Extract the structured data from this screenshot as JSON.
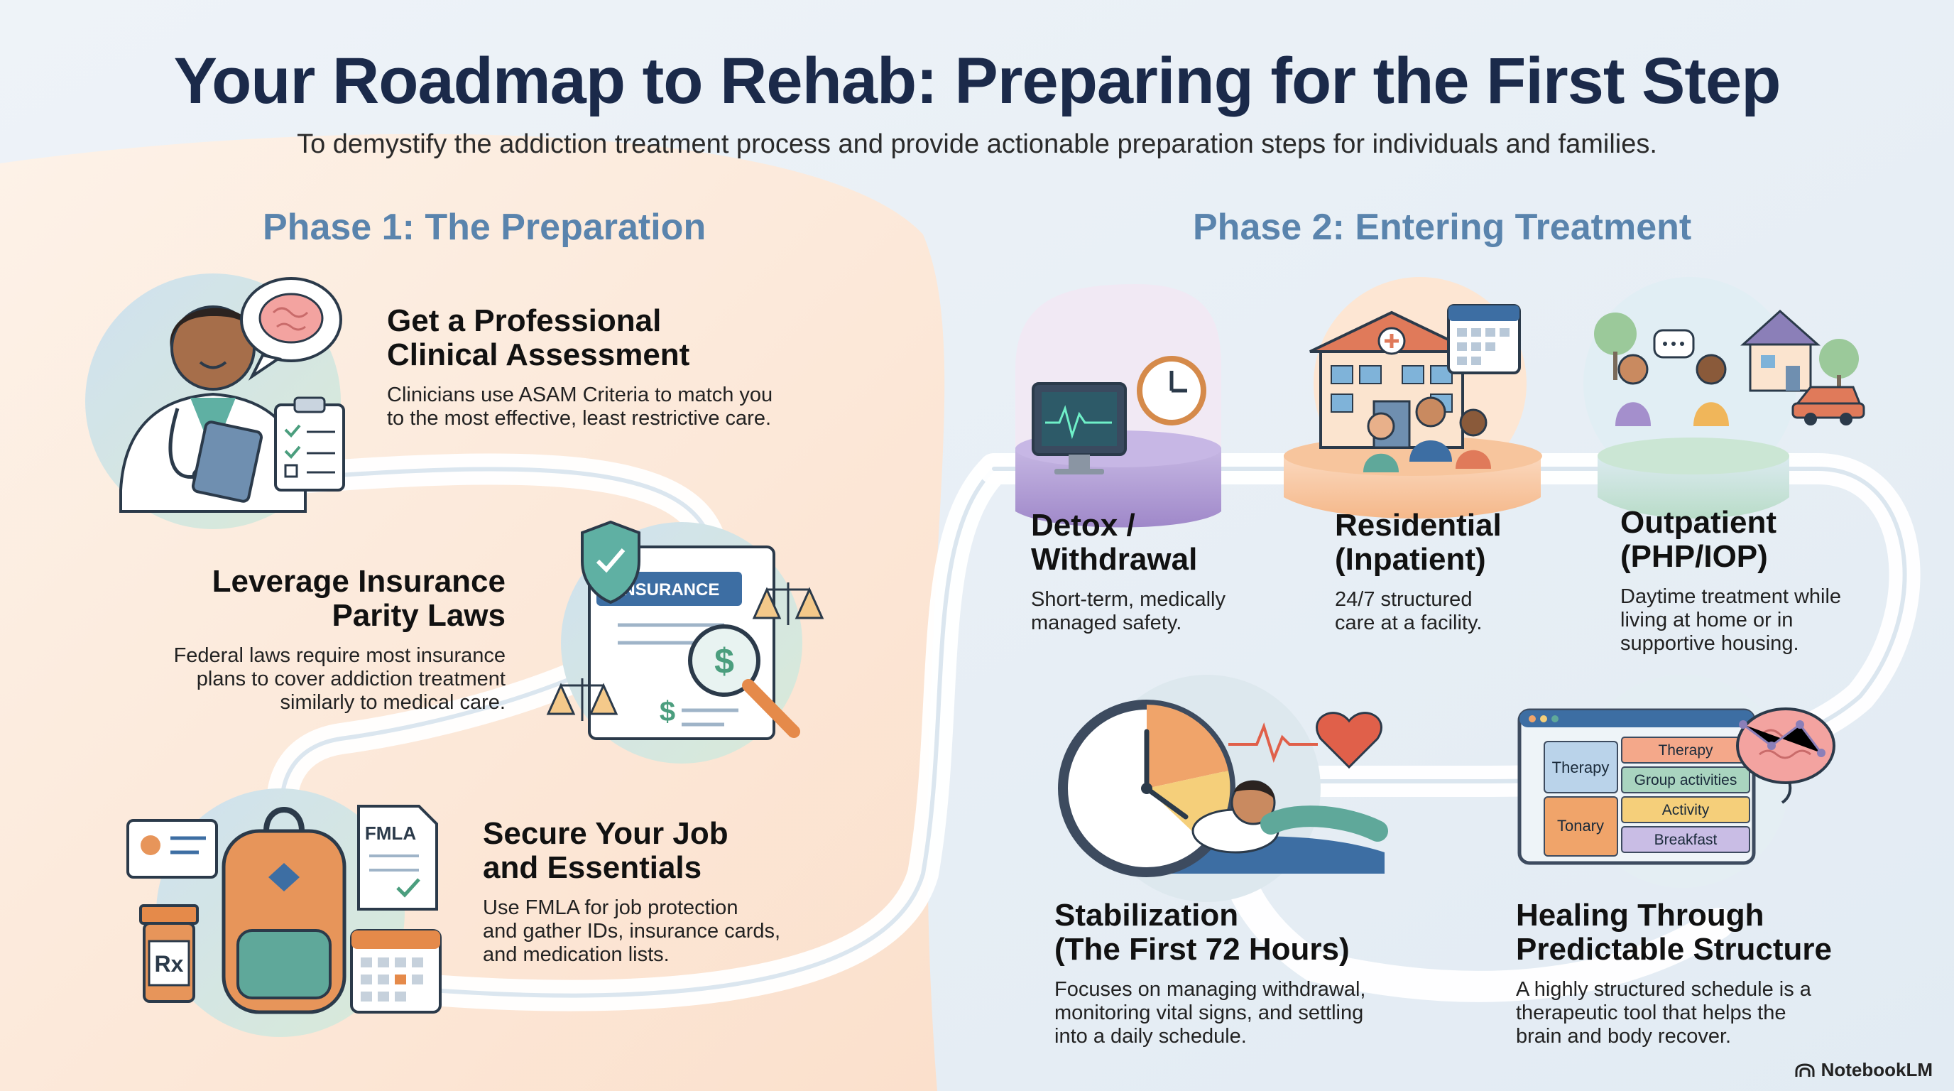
{
  "header": {
    "title": "Your Roadmap to Rehab: Preparing for the First Step",
    "subtitle": "To demystify the addiction treatment process and provide actionable preparation steps for individuals and families."
  },
  "phase1": {
    "title": "Phase 1: The Preparation",
    "steps": [
      {
        "title_line1": "Get a Professional",
        "title_line2": "Clinical Assessment",
        "desc_line1": "Clinicians use ASAM Criteria to match you",
        "desc_line2": "to the most effective, least restrictive care."
      },
      {
        "title_line1": "Leverage Insurance",
        "title_line2": "Parity Laws",
        "desc_line1": "Federal laws require most insurance",
        "desc_line2": "plans to cover addiction treatment",
        "desc_line3": "similarly to medical care.",
        "badge": "INSURANCE"
      },
      {
        "title_line1": "Secure Your Job",
        "title_line2": "and Essentials",
        "desc_line1": "Use FMLA for job protection",
        "desc_line2": "and gather IDs, insurance cards,",
        "desc_line3": "and medication lists.",
        "doc_label": "FMLA",
        "rx_label": "Rx"
      }
    ]
  },
  "phase2": {
    "title": "Phase 2: Entering Treatment",
    "levels": [
      {
        "title_line1": "Detox /",
        "title_line2": "Withdrawal",
        "desc_line1": "Short-term, medically",
        "desc_line2": "managed safety."
      },
      {
        "title_line1": "Residential",
        "title_line2": "(Inpatient)",
        "desc_line1": "24/7 structured",
        "desc_line2": "care at a facility."
      },
      {
        "title_line1": "Outpatient",
        "title_line2": "(PHP/IOP)",
        "desc_line1": "Daytime treatment while",
        "desc_line2": "living at home or in",
        "desc_line3": "supportive housing."
      }
    ],
    "stabilization": {
      "title_line1": "Stabilization",
      "title_line2": "(The First 72 Hours)",
      "desc_line1": "Focuses on managing withdrawal,",
      "desc_line2": "monitoring vital signs, and settling",
      "desc_line3": "into a daily schedule."
    },
    "structure": {
      "title_line1": "Healing Through",
      "title_line2": "Predictable Structure",
      "desc_line1": "A highly structured schedule is a",
      "desc_line2": "therapeutic tool that helps the",
      "desc_line3": "brain and body recover.",
      "schedule": {
        "left_top": "Therapy",
        "left_bottom": "Tonary",
        "rows": [
          "Therapy",
          "Group activities",
          "Activity",
          "Breakfast"
        ]
      }
    }
  },
  "brand": "NotebookLM",
  "colors": {
    "title": "#1b2a4a",
    "phase": "#5a84ad",
    "peach_bg": "#fbe3d0",
    "blue_bg": "#e5eef5",
    "orange": "#f0a46a",
    "teal": "#5fa89a",
    "purple": "#a48fcc"
  }
}
